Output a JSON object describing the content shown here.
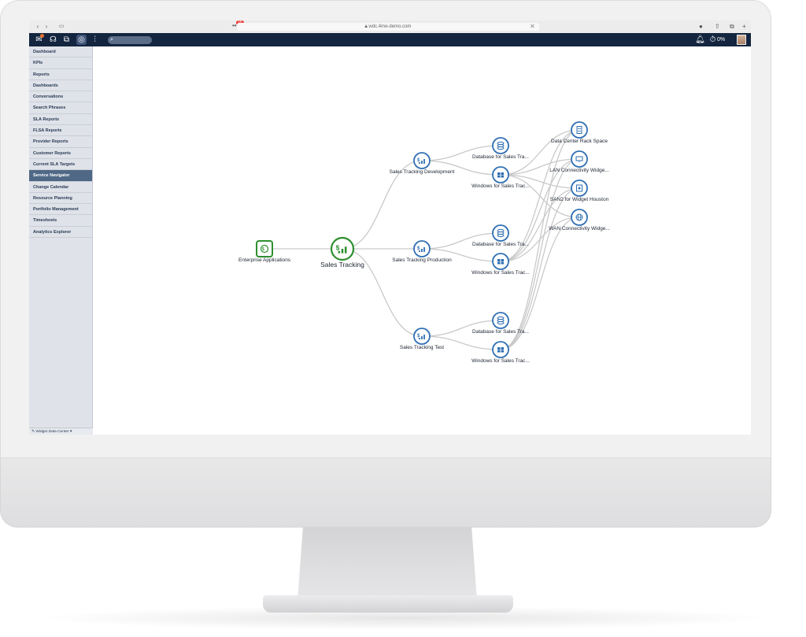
{
  "browser": {
    "url": "wdc.4me-demo.com",
    "tab_badge": "25",
    "back": "‹",
    "forward": "›"
  },
  "header": {
    "progress_text": "0%"
  },
  "sidebar": {
    "items": [
      {
        "label": "Dashboard"
      },
      {
        "label": "KPIs"
      },
      {
        "label": "Reports"
      },
      {
        "label": "Dashboards"
      },
      {
        "label": "Conversations"
      },
      {
        "label": "Search Phrases"
      },
      {
        "label": "SLA Reports"
      },
      {
        "label": "FLSA Reports"
      },
      {
        "label": "Provider Reports"
      },
      {
        "label": "Customer Reports"
      },
      {
        "label": "Current SLA Targets"
      },
      {
        "label": "Service Navigator",
        "active": true
      },
      {
        "label": "Change Calendar"
      },
      {
        "label": "Resource Planning"
      },
      {
        "label": "Portfolio Management"
      },
      {
        "label": "Timesheets"
      },
      {
        "label": "Analytics Explorer"
      }
    ],
    "footer": "Widget Data Center ▾"
  },
  "colors": {
    "accent_blue": "#2f6fb3",
    "service_green": "#2f8f2f",
    "header_navy": "#13253f"
  },
  "graph": {
    "nodes": [
      {
        "id": "ea",
        "label": "Enterprise Applications",
        "icon": "enterprise-app-icon"
      },
      {
        "id": "st",
        "label": "Sales Tracking",
        "icon": "chart-dollar-icon"
      },
      {
        "id": "dev",
        "label": "Sales Tracking Development",
        "icon": "chart-dollar-icon"
      },
      {
        "id": "prod",
        "label": "Sales Tracking Production",
        "icon": "chart-dollar-icon"
      },
      {
        "id": "test",
        "label": "Sales Tracking Test",
        "icon": "chart-dollar-icon"
      },
      {
        "id": "db1",
        "label": "Database for Sales Tra...",
        "icon": "database-icon"
      },
      {
        "id": "win1",
        "label": "Windows for Sales Trac...",
        "icon": "windows-server-icon"
      },
      {
        "id": "db2",
        "label": "Database for Sales Tra...",
        "icon": "database-icon"
      },
      {
        "id": "win2",
        "label": "Windows for Sales Trac...",
        "icon": "windows-server-icon"
      },
      {
        "id": "db3",
        "label": "Database for Sales Tra...",
        "icon": "database-icon"
      },
      {
        "id": "win3",
        "label": "Windows for Sales Trac...",
        "icon": "windows-server-icon"
      },
      {
        "id": "rack",
        "label": "Data Center Rack Space",
        "icon": "rack-icon"
      },
      {
        "id": "lan",
        "label": "LAN Connectivity Widge...",
        "icon": "network-icon"
      },
      {
        "id": "san",
        "label": "SAN2 for Widget Houston",
        "icon": "storage-icon"
      },
      {
        "id": "wan",
        "label": "WAN Connectivity Widge...",
        "icon": "globe-icon"
      }
    ],
    "edges": [
      [
        "ea",
        "st"
      ],
      [
        "st",
        "dev"
      ],
      [
        "st",
        "prod"
      ],
      [
        "st",
        "test"
      ],
      [
        "dev",
        "db1"
      ],
      [
        "dev",
        "win1"
      ],
      [
        "prod",
        "db2"
      ],
      [
        "prod",
        "win2"
      ],
      [
        "test",
        "db3"
      ],
      [
        "test",
        "win3"
      ],
      [
        "win1",
        "rack"
      ],
      [
        "win1",
        "lan"
      ],
      [
        "win1",
        "san"
      ],
      [
        "win1",
        "wan"
      ],
      [
        "win2",
        "rack"
      ],
      [
        "win2",
        "lan"
      ],
      [
        "win2",
        "san"
      ],
      [
        "win2",
        "wan"
      ],
      [
        "win3",
        "rack"
      ],
      [
        "win3",
        "lan"
      ],
      [
        "win3",
        "san"
      ],
      [
        "win3",
        "wan"
      ]
    ]
  }
}
